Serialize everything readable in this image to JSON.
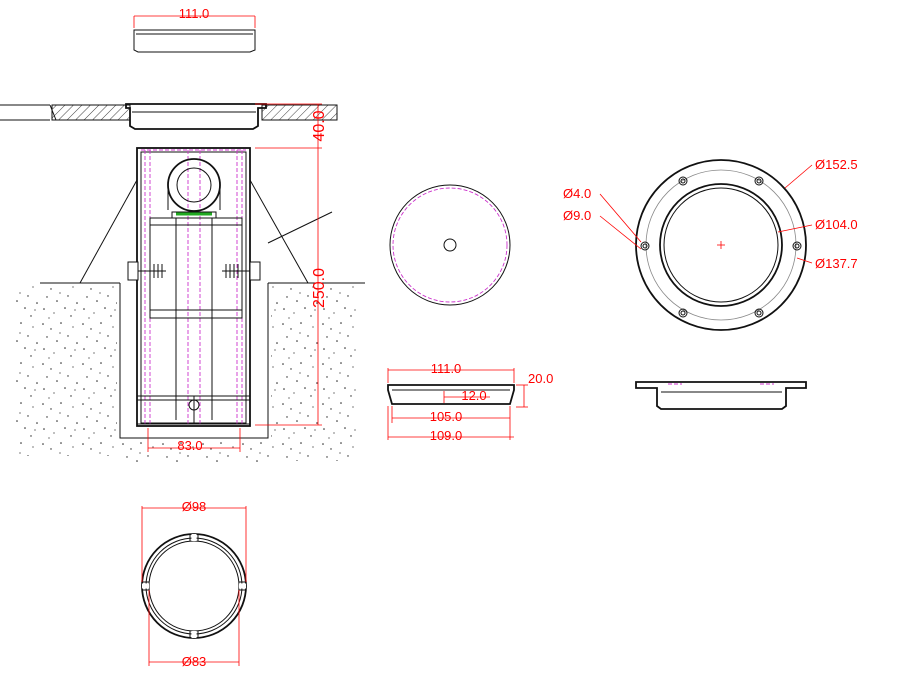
{
  "dimensions": {
    "top_cover_width": "111.0",
    "depth_top": "40.0",
    "depth_body": "250.0",
    "base_width": "83.0",
    "lid_width_top": "111.0",
    "lid_height": "20.0",
    "lid_inner_step": "12.0",
    "lid_inner_width": "105.0",
    "lid_outer_width": "109.0",
    "ring_outer_dia": "Ø152.5",
    "ring_inner_dia": "Ø104.0",
    "ring_pcd_dia": "Ø137.7",
    "hole_small_dia": "Ø4.0",
    "hole_large_dia": "Ø9.0",
    "tube_outer_dia": "Ø98",
    "tube_inner_dia": "Ø83"
  },
  "colors": {
    "line": "#111111",
    "dimension": "#ff0000",
    "hidden": "#cc33cc",
    "grip": "#22aa22"
  }
}
